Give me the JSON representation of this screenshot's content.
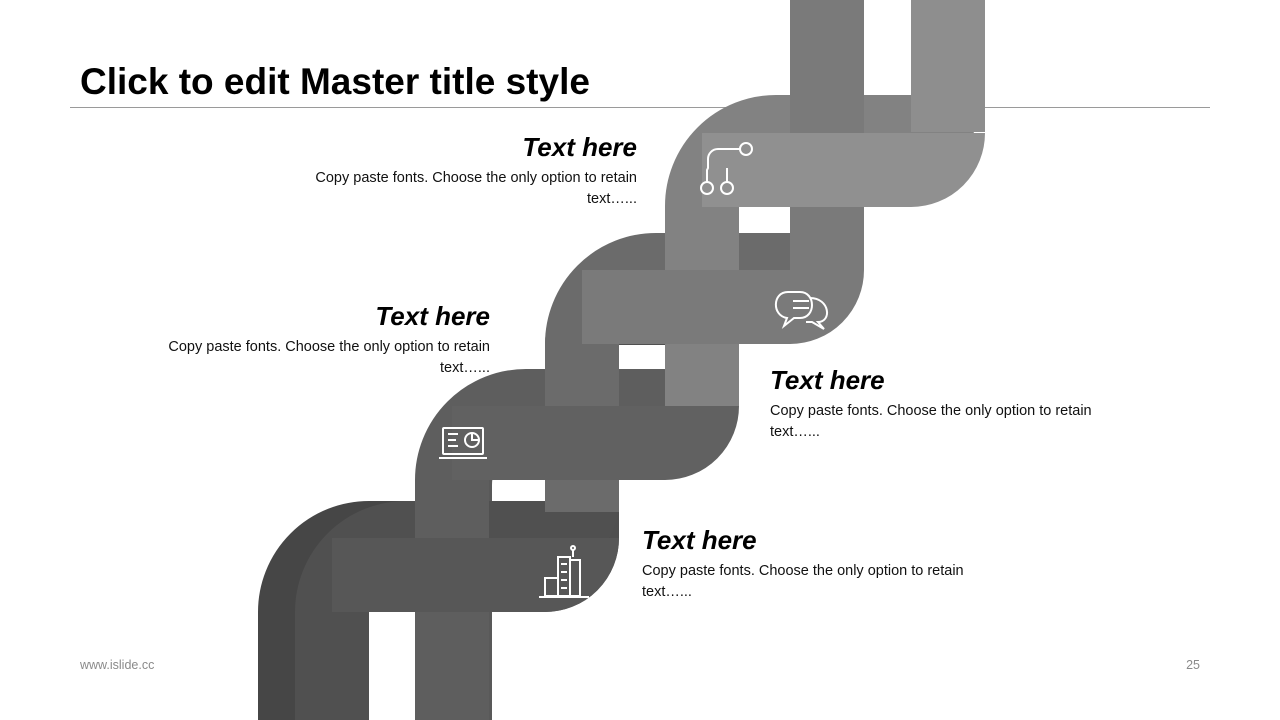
{
  "slide": {
    "title": "Click to edit Master title style",
    "footer_url": "www.islide.cc",
    "page_number": "25"
  },
  "steps": [
    {
      "heading": "Text here",
      "body": "Copy paste fonts. Choose the only option to retain text…...",
      "icon": "flowchart-icon"
    },
    {
      "heading": "Text here",
      "body": "Copy paste fonts. Choose the only option to retain text…...",
      "icon": "chat-bubbles-icon"
    },
    {
      "heading": "Text here",
      "body": "Copy paste fonts. Choose the only option to retain text…...",
      "icon": "dashboard-monitor-icon"
    },
    {
      "heading": "Text here",
      "body": "Copy paste fonts. Choose the only option to retain text…...",
      "icon": "city-buildings-icon"
    }
  ],
  "colors": {
    "ribbon_light": "#8c8c8c",
    "ribbon_mid": "#707070",
    "ribbon_dark": "#595959",
    "ribbon_darkest": "#474747"
  }
}
